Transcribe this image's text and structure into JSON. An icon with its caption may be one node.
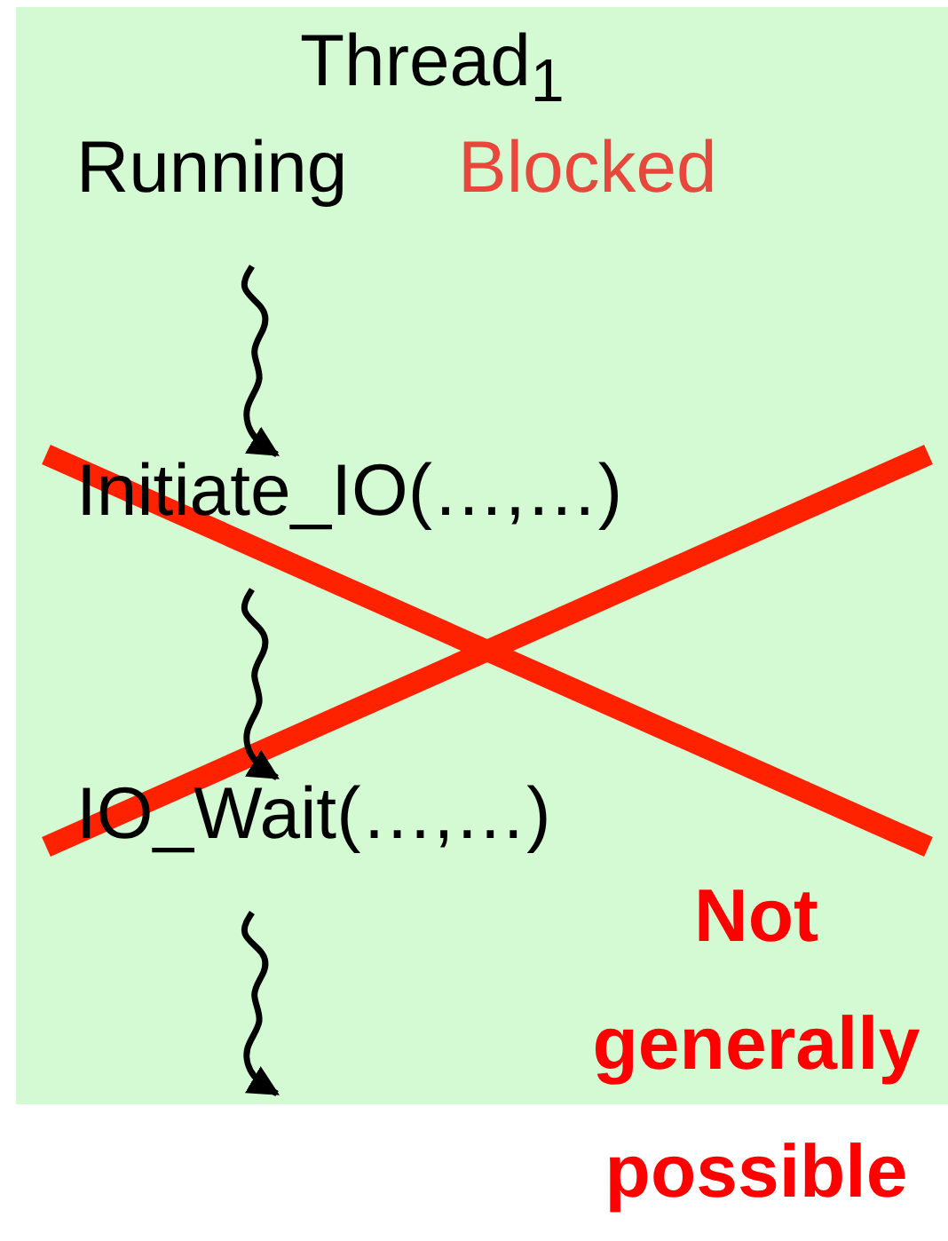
{
  "diagram": {
    "nodes": [
      {
        "text": [
          "Thread$_{1}$"
        ]
      },
      {
        "text": [
          "Running"
        ],
        "in": 0
      },
      {
        "text": [
          "Initiate_IO(…,…)"
        ],
        "in": 0
      },
      {
        "text": [
          "IO_Wait(…,…)"
        ],
        "in": 0
      }
    ],
    "edges": [
      {
        "from": 1,
        "to": 2,
        "arrow": "to"
      },
      {
        "from": 2,
        "to": 3,
        "arrow": "to"
      },
      {
        "from": 3,
        "to": null,
        "arrow": "to"
      }
    ],
    "labels": [
      "Blocked",
      "Not generally possible"
    ]
  }
}
